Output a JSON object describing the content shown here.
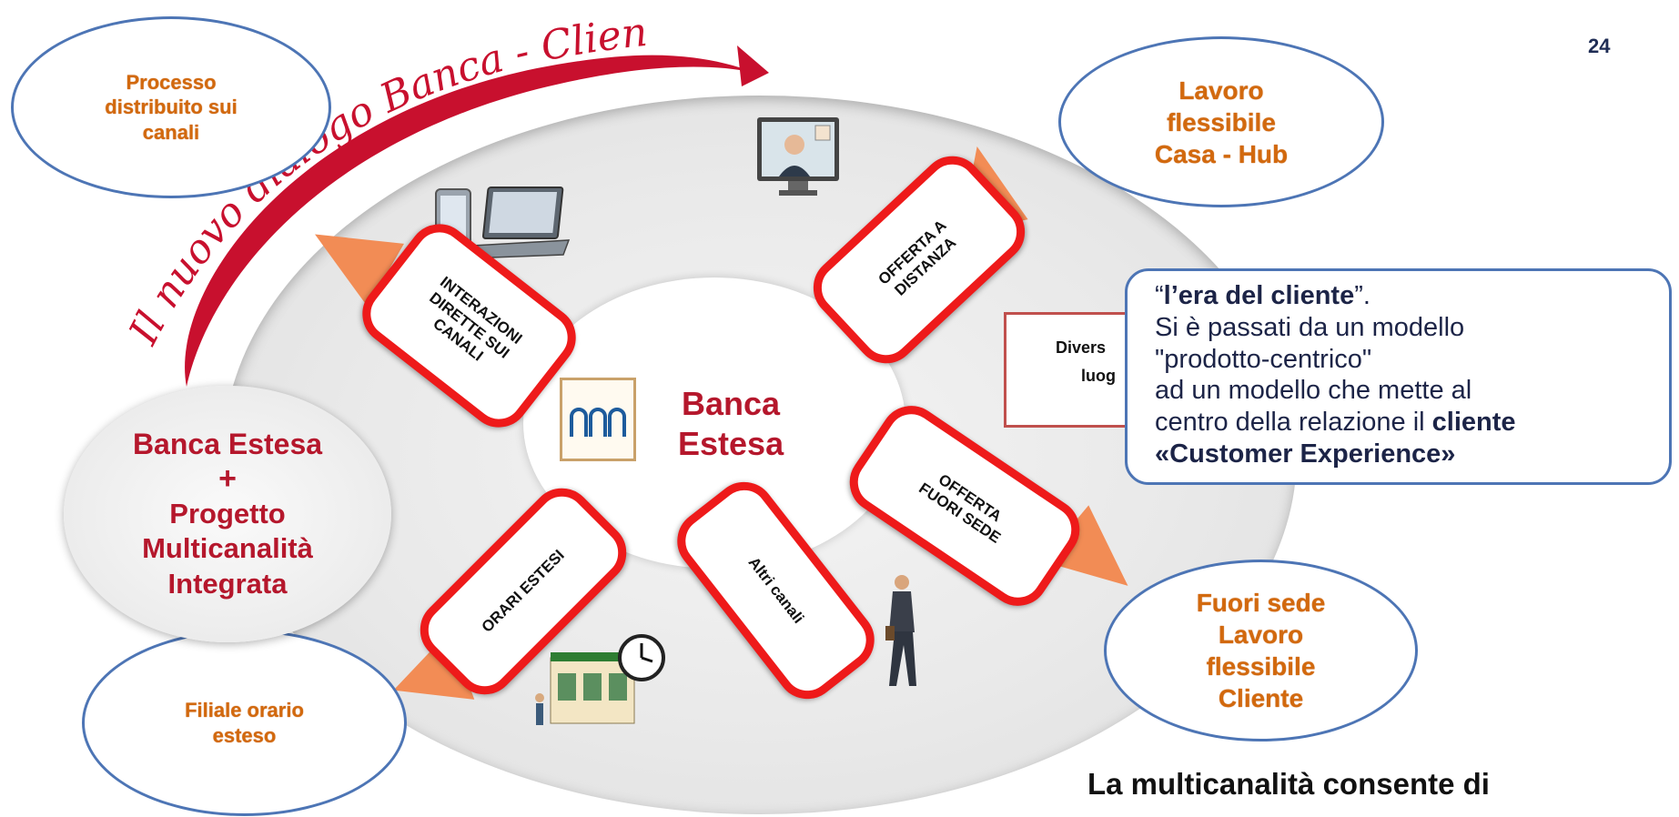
{
  "slide": {
    "number": "24"
  },
  "arc_title": "Il nuovo dialogo Banca - Cliente",
  "bubbles": {
    "processo": {
      "lines": [
        "Processo",
        "distribuito sui",
        "canali"
      ]
    },
    "lavoro": {
      "lines": [
        "Lavoro",
        "flessibile",
        "Casa - Hub"
      ]
    },
    "filiale": {
      "lines": [
        "Filiale orario",
        "esteso"
      ]
    },
    "fuori": {
      "lines": [
        "Fuori sede",
        "Lavoro",
        "flessibile",
        "Cliente"
      ]
    }
  },
  "left_ellipse": {
    "title": "Banca Estesa",
    "plus": "+",
    "sub": [
      "Progetto",
      "Multicanalità",
      "Integrata"
    ]
  },
  "center": {
    "lines": [
      "Banca",
      "Estesa"
    ]
  },
  "tags": {
    "interazioni": [
      "INTERAZIONI",
      "DIRETTE SUI",
      "CANALI"
    ],
    "offerta_distanza": [
      "OFFERTA A",
      "DISTANZA"
    ],
    "orari": [
      "ORARI ESTESI"
    ],
    "altri": [
      "Altri canali"
    ],
    "offerta_fuori": [
      "OFFERTA",
      "FUORI SEDE"
    ]
  },
  "diverse_box": {
    "line1": "Divers",
    "line2": "luog"
  },
  "quote": {
    "open": "“",
    "bold1": "l’era del cliente",
    "close": "”.",
    "line2": "Si è passati da un modello",
    "line3": "\"prodotto-centrico\"",
    "line4": "ad un modello che mette al",
    "line5": "centro della relazione il ",
    "bold2": "cliente",
    "bold3": "«Customer Experience»"
  },
  "bottom_text": "La multicanalità consente di",
  "colors": {
    "accent_red": "#ee1a1a",
    "title_red": "#b5172c",
    "bubble_blue": "#4d75b5",
    "bubble_text": "#d2690e",
    "arrow_orange": "#f28c55"
  },
  "icons": [
    "laptop-tablet-icon",
    "video-call-monitor-icon",
    "bank-logo-icon",
    "bank-branch-clock-icon",
    "walking-person-icon"
  ]
}
